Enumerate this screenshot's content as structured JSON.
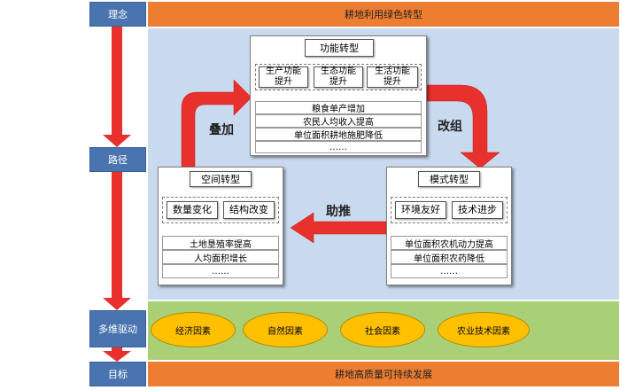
{
  "left_column": {
    "concept": "理念",
    "path": "路径",
    "driver": "多维驱动",
    "goal": "目标"
  },
  "bands": {
    "top": "耕地利用绿色转型",
    "bottom": "耕地高质量可持续发展"
  },
  "function": {
    "title": "功能转型",
    "subs": [
      "生产功能\n提升",
      "生态功能\n提升",
      "生活功能\n提升"
    ],
    "rows": [
      "粮食单产增加",
      "农民人均收入提高",
      "单位面积耕地施肥降低",
      "……"
    ]
  },
  "mode": {
    "title": "模式转型",
    "subs": [
      "环境友好",
      "技术进步"
    ],
    "rows": [
      "单位面积农机动力提高",
      "单位面积农药降低",
      "……"
    ]
  },
  "space": {
    "title": "空间转型",
    "subs": [
      "数量变化",
      "结构改变"
    ],
    "rows": [
      "土地垦殖率提高",
      "人均面积增长",
      "……"
    ]
  },
  "arrow_labels": {
    "overlay": "叠加",
    "reorganize": "改组",
    "boost": "助推"
  },
  "factors": [
    "经济因素",
    "自然因素",
    "社会因素",
    "农业技术因素"
  ],
  "colors": {
    "left_cell": "#4a74b0",
    "band": "#ed7d31",
    "panel_blue": "#c9d9ee",
    "panel_green": "#a9cf77",
    "arrow_red": "#e8302c",
    "ellipse": "#ffc000"
  }
}
